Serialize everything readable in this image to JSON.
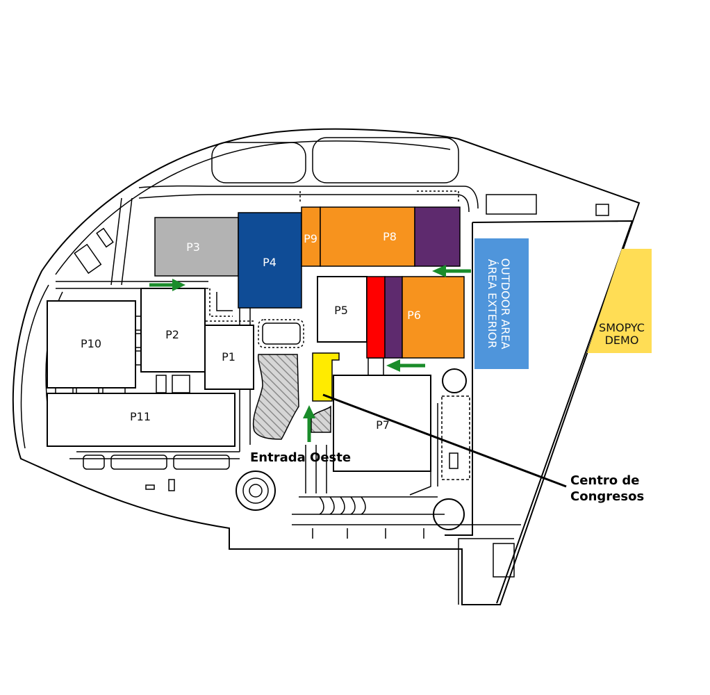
{
  "map": {
    "pavilions": [
      {
        "id": "p1",
        "label": "P1"
      },
      {
        "id": "p2",
        "label": "P2"
      },
      {
        "id": "p3",
        "label": "P3"
      },
      {
        "id": "p4",
        "label": "P4"
      },
      {
        "id": "p5",
        "label": "P5"
      },
      {
        "id": "p6",
        "label": "P6"
      },
      {
        "id": "p7",
        "label": "P7"
      },
      {
        "id": "p8",
        "label": "P8"
      },
      {
        "id": "p9",
        "label": "P9"
      },
      {
        "id": "p10",
        "label": "P10"
      },
      {
        "id": "p11",
        "label": "P11"
      }
    ],
    "outdoor_area": {
      "line1": "ÁREA EXTERIOR",
      "line2": "OUTDOOR AREA"
    },
    "smopyc_demo": {
      "line1": "SMOPYC",
      "line2": "DEMO"
    },
    "entrance_label": "Entrada Oeste",
    "congress_label": {
      "line1": "Centro de",
      "line2": "Congresos"
    },
    "colors": {
      "gray": "#b3b3b3",
      "dark_blue": "#0f4c96",
      "orange": "#f7931e",
      "purple": "#5e2a6e",
      "red": "#ff0000",
      "yellow": "#ffeb00",
      "light_blue": "#4f95db",
      "pale_yellow": "#ffdd55",
      "arrow_green": "#1a8c2a"
    }
  }
}
